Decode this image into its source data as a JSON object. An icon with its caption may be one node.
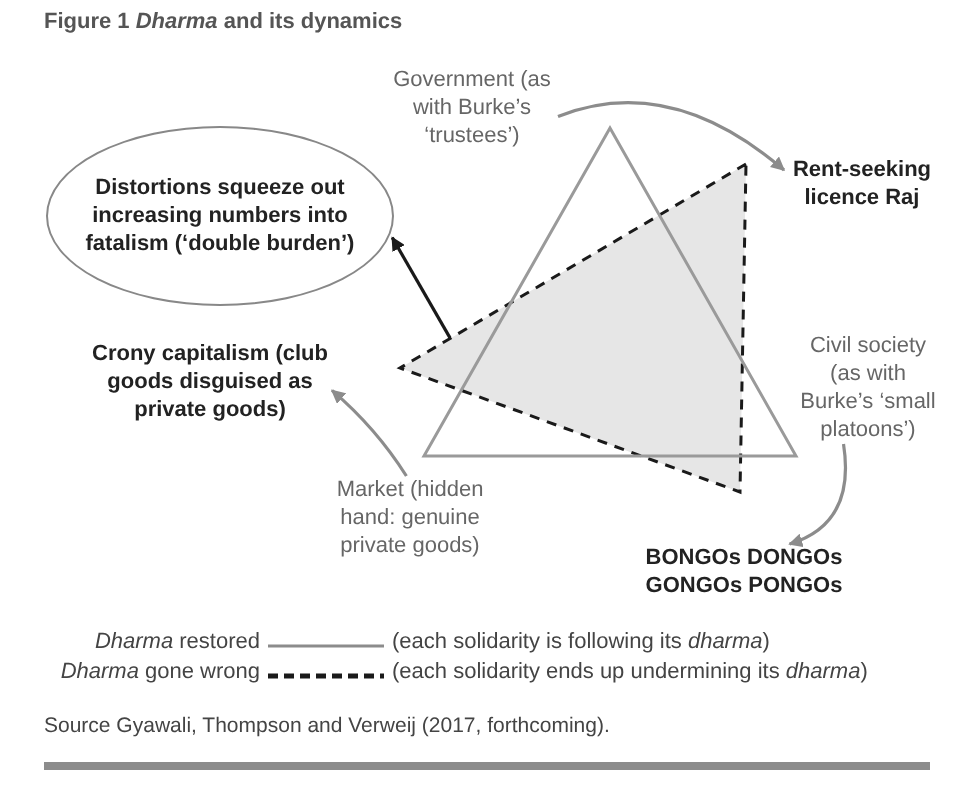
{
  "diagram": {
    "title": "Figure 1 *Dharma* and its dynamics",
    "nodes": [
      {
        "text": [
          "Government (as with Burke’s ‘trustees’)"
        ]
      },
      {
        "text": [
          "Rent-seeking licence Raj"
        ]
      },
      {
        "text": [
          "Distortions squeeze out increasing numbers into fatalism (‘double burden’)"
        ]
      },
      {
        "text": [
          "Crony capitalism (club goods disguised as private goods)"
        ]
      },
      {
        "text": [
          "Civil society (as with Burke’s ‘small platoons’)"
        ]
      },
      {
        "text": [
          "Market (hidden hand: genuine private goods)"
        ]
      },
      {
        "text": [
          "BONGOs DONGOs GONGOs PONGOs"
        ]
      },
      {
        "text": [],
        "shape": "triangle"
      },
      {
        "text": [],
        "shape": "triangle"
      }
    ],
    "edges": [
      {
        "from": 0,
        "to": 1,
        "arrow": "to"
      },
      {
        "from": 5,
        "to": 3,
        "arrow": "to"
      },
      {
        "from": 4,
        "to": 6,
        "arrow": "to"
      },
      {
        "from": 7,
        "to": 2,
        "arrow": "to",
        "color": "#1a1a1a"
      }
    ],
    "labels": [
      "(each solidarity is following its *dharma*)",
      "(each solidarity ends up undermining its *dharma*)"
    ],
    "legend": [
      {
        "text": "*Dharma* restored"
      },
      {
        "text": "*Dharma* gone wrong"
      }
    ],
    "caption": "Source Gyawali, Thompson and Verweij (2017, forthcoming)."
  }
}
